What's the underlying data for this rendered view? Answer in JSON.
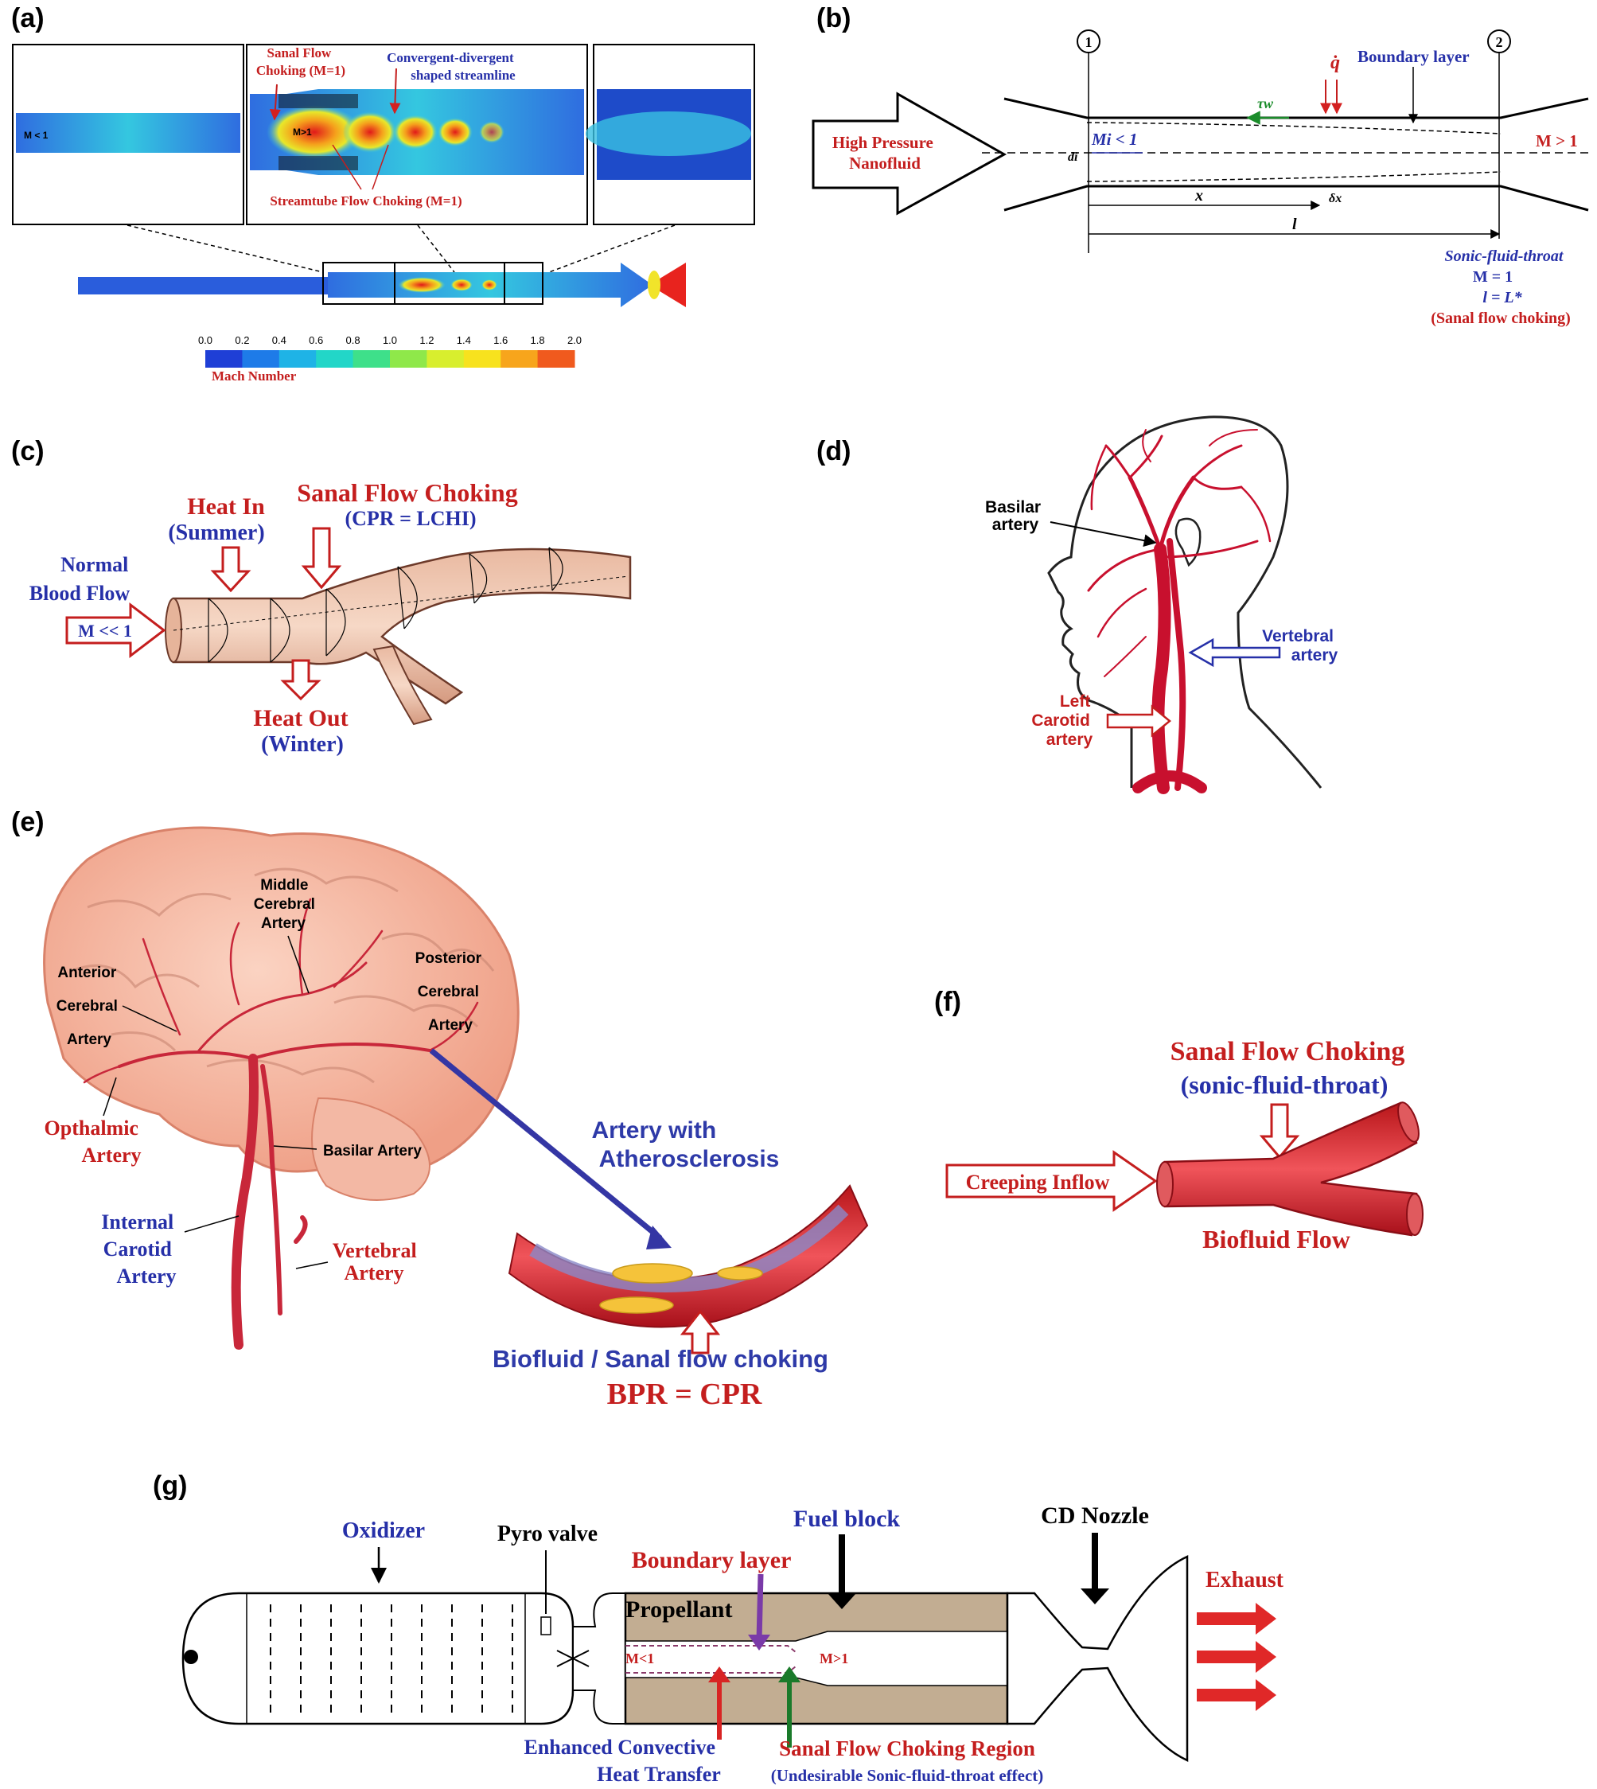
{
  "panels": {
    "a": {
      "label": "(a)",
      "m_lt_1": "M < 1",
      "m_gt_1": "M>1",
      "sanal_choking_line1": "Sanal Flow",
      "sanal_choking_line2": "Choking (M=1)",
      "cd_streamline_line1": "Convergent-divergent",
      "cd_streamline_line2": "shaped streamline",
      "streamtube_choking": "Streamtube Flow Choking (M=1)",
      "colorbar_ticks": [
        "0.0",
        "0.2",
        "0.4",
        "0.6",
        "0.8",
        "1.0",
        "1.2",
        "1.4",
        "1.6",
        "1.8",
        "2.0"
      ],
      "colorbar_colors": [
        "#1f3fd6",
        "#1e7be8",
        "#1fb3e6",
        "#22d6c8",
        "#3ee08a",
        "#8fe84a",
        "#d8ee2e",
        "#f7e21e",
        "#f7a51c",
        "#f05a1e"
      ],
      "colorbar_label": "Mach Number"
    },
    "b": {
      "label": "(b)",
      "station1": "1",
      "station2": "2",
      "qdot": "q̇",
      "boundary_layer": "Boundary layer",
      "tau_w": "τw",
      "high_pressure_line1": "High Pressure",
      "high_pressure_line2": "Nanofluid",
      "mi_lt_1": "Mi < 1",
      "m_gt_1": "M > 1",
      "di": "di",
      "x": "x",
      "l": "l",
      "delta_x": "δx",
      "sonic_throat": "Sonic-fluid-throat",
      "m_eq_1": "M = 1",
      "l_eq_lstar": "l = L*",
      "sanal_choking": "(Sanal flow choking)"
    },
    "c": {
      "label": "(c)",
      "heat_in": "Heat In",
      "summer": "(Summer)",
      "sanal_choking": "Sanal Flow Choking",
      "cpr_lchi": "(CPR = LCHI)",
      "normal_line1": "Normal",
      "normal_line2": "Blood Flow",
      "m_ll_1": "M << 1",
      "heat_out": "Heat Out",
      "winter": "(Winter)"
    },
    "d": {
      "label": "(d)",
      "basilar_line1": "Basilar",
      "basilar_line2": "artery",
      "vertebral_line1": "Vertebral",
      "vertebral_line2": "artery",
      "carotid_line1": "Left",
      "carotid_line2": "Carotid",
      "carotid_line3": "artery"
    },
    "e": {
      "label": "(e)",
      "middle_line1": "Middle",
      "middle_line2": "Cerebral",
      "middle_line3": "Artery",
      "anterior_line1": "Anterior",
      "anterior_line2": "Cerebral",
      "anterior_line3": "Artery",
      "posterior_line1": "Posterior",
      "posterior_line2": "Cerebral",
      "posterior_line3": "Artery",
      "opthalmic_line1": "Opthalmic",
      "opthalmic_line2": "Artery",
      "basilar": "Basilar Artery",
      "internal_line1": "Internal",
      "internal_line2": "Carotid",
      "internal_line3": "Artery",
      "vertebral_line1": "Vertebral",
      "vertebral_line2": "Artery",
      "athero_line1": "Artery with",
      "athero_line2": "Atherosclerosis",
      "biofluid": "Biofluid / Sanal flow choking",
      "bpr_cpr": "BPR = CPR"
    },
    "f": {
      "label": "(f)",
      "sanal_choking": "Sanal Flow Choking",
      "sonic_throat": "(sonic-fluid-throat)",
      "creeping": "Creeping Inflow",
      "biofluid": "Biofluid Flow"
    },
    "g": {
      "label": "(g)",
      "oxidizer": "Oxidizer",
      "pyro": "Pyro valve",
      "fuel_block": "Fuel block",
      "cd_nozzle": "CD Nozzle",
      "boundary_layer": "Boundary layer",
      "propellant": "Propellant",
      "exhaust": "Exhaust",
      "m_lt_1": "M<1",
      "m_gt_1": "M>1",
      "enhanced_line1": "Enhanced Convective",
      "enhanced_line2": "Heat Transfer",
      "sanal_region": "Sanal Flow Choking Region",
      "undesirable": "(Undesirable Sonic-fluid-throat effect)"
    }
  }
}
